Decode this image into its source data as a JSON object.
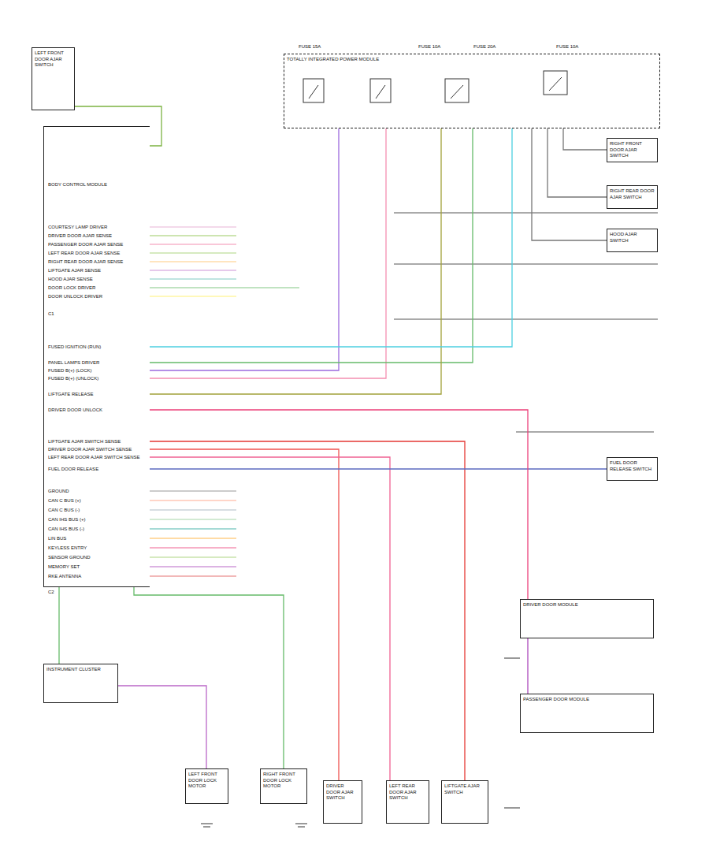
{
  "diagram": {
    "nodes": [
      {
        "text": [
          "TOTALLY INTEGRATED POWER MODULE"
        ]
      },
      {
        "text": [
          "BODY CONTROL MODULE"
        ]
      },
      {
        "text": [
          "LEFT FRONT DOOR AJAR SWITCH"
        ]
      },
      {
        "text": [
          "INSTRUMENT CLUSTER"
        ]
      },
      {
        "text": [
          "DRIVER DOOR AJAR SWITCH"
        ]
      },
      {
        "text": [
          "LEFT REAR DOOR AJAR SWITCH"
        ]
      },
      {
        "text": [
          "LIFTGATE AJAR SWITCH"
        ]
      },
      {
        "text": [
          "RIGHT FRONT DOOR AJAR SWITCH"
        ]
      },
      {
        "text": [
          "RIGHT REAR DOOR AJAR SWITCH"
        ]
      },
      {
        "text": [
          "HOOD AJAR SWITCH"
        ]
      },
      {
        "text": [
          "LEFT FRONT DOOR LOCK MOTOR"
        ]
      },
      {
        "text": [
          "RIGHT FRONT DOOR LOCK MOTOR"
        ]
      },
      {
        "text": [
          "FUEL DOOR RELEASE SWITCH"
        ]
      },
      {
        "text": [
          "DRIVER DOOR MODULE"
        ]
      },
      {
        "text": [
          "PASSENGER DOOR MODULE"
        ]
      }
    ],
    "edges": [
      {
        "from": 1,
        "to": 0,
        "arrow": "none"
      },
      {
        "from": 1,
        "to": 0,
        "arrow": "none"
      },
      {
        "from": 1,
        "to": 0,
        "arrow": "none"
      },
      {
        "from": 1,
        "to": 0,
        "arrow": "none"
      },
      {
        "from": 1,
        "to": 0,
        "arrow": "none"
      },
      {
        "from": 2,
        "to": 1,
        "arrow": "none"
      },
      {
        "from": 1,
        "to": 4,
        "arrow": "none"
      },
      {
        "from": 1,
        "to": 5,
        "arrow": "none"
      },
      {
        "from": 1,
        "to": 6,
        "arrow": "none"
      },
      {
        "from": 1,
        "to": 11,
        "arrow": "none"
      },
      {
        "from": 3,
        "to": 10,
        "arrow": "none"
      },
      {
        "from": 0,
        "to": 7,
        "arrow": "none"
      },
      {
        "from": 0,
        "to": 8,
        "arrow": "none"
      },
      {
        "from": 0,
        "to": 9,
        "arrow": "none"
      },
      {
        "from": 1,
        "to": 12,
        "arrow": "none"
      },
      {
        "from": 1,
        "to": 13,
        "arrow": "none"
      },
      {
        "from": 13,
        "to": 14,
        "arrow": "none"
      },
      {
        "from": 1,
        "to": 3,
        "arrow": "none"
      }
    ],
    "labels": [
      "FUSE 15A",
      "FUSE 10A",
      "FUSE 20A",
      "FUSE 10A",
      "COURTESY LAMP DRIVER",
      "DRIVER DOOR AJAR SENSE",
      "PASSENGER DOOR AJAR SENSE",
      "LEFT REAR DOOR AJAR SENSE",
      "RIGHT REAR DOOR AJAR SENSE",
      "LIFTGATE AJAR SENSE",
      "HOOD AJAR SENSE",
      "DOOR LOCK DRIVER",
      "DOOR UNLOCK DRIVER",
      "FUSED IGNITION (RUN)",
      "PANEL LAMPS DRIVER",
      "FUSED B(+) (LOCK)",
      "FUSED B(+) (UNLOCK)",
      "LIFTGATE RELEASE",
      "DRIVER DOOR UNLOCK",
      "LIFTGATE AJAR SWITCH SENSE",
      "DRIVER DOOR AJAR SWITCH SENSE",
      "LEFT REAR DOOR AJAR SWITCH SENSE",
      "FUEL DOOR RELEASE",
      "GROUND",
      "CAN C BUS (+)",
      "CAN C BUS (-)",
      "CAN IHS BUS (+)",
      "CAN IHS BUS (-)",
      "LIN BUS",
      "KEYLESS ENTRY",
      "SENSOR GROUND",
      "MEMORY SET",
      "RKE ANTENNA",
      "C1",
      "C2"
    ]
  }
}
